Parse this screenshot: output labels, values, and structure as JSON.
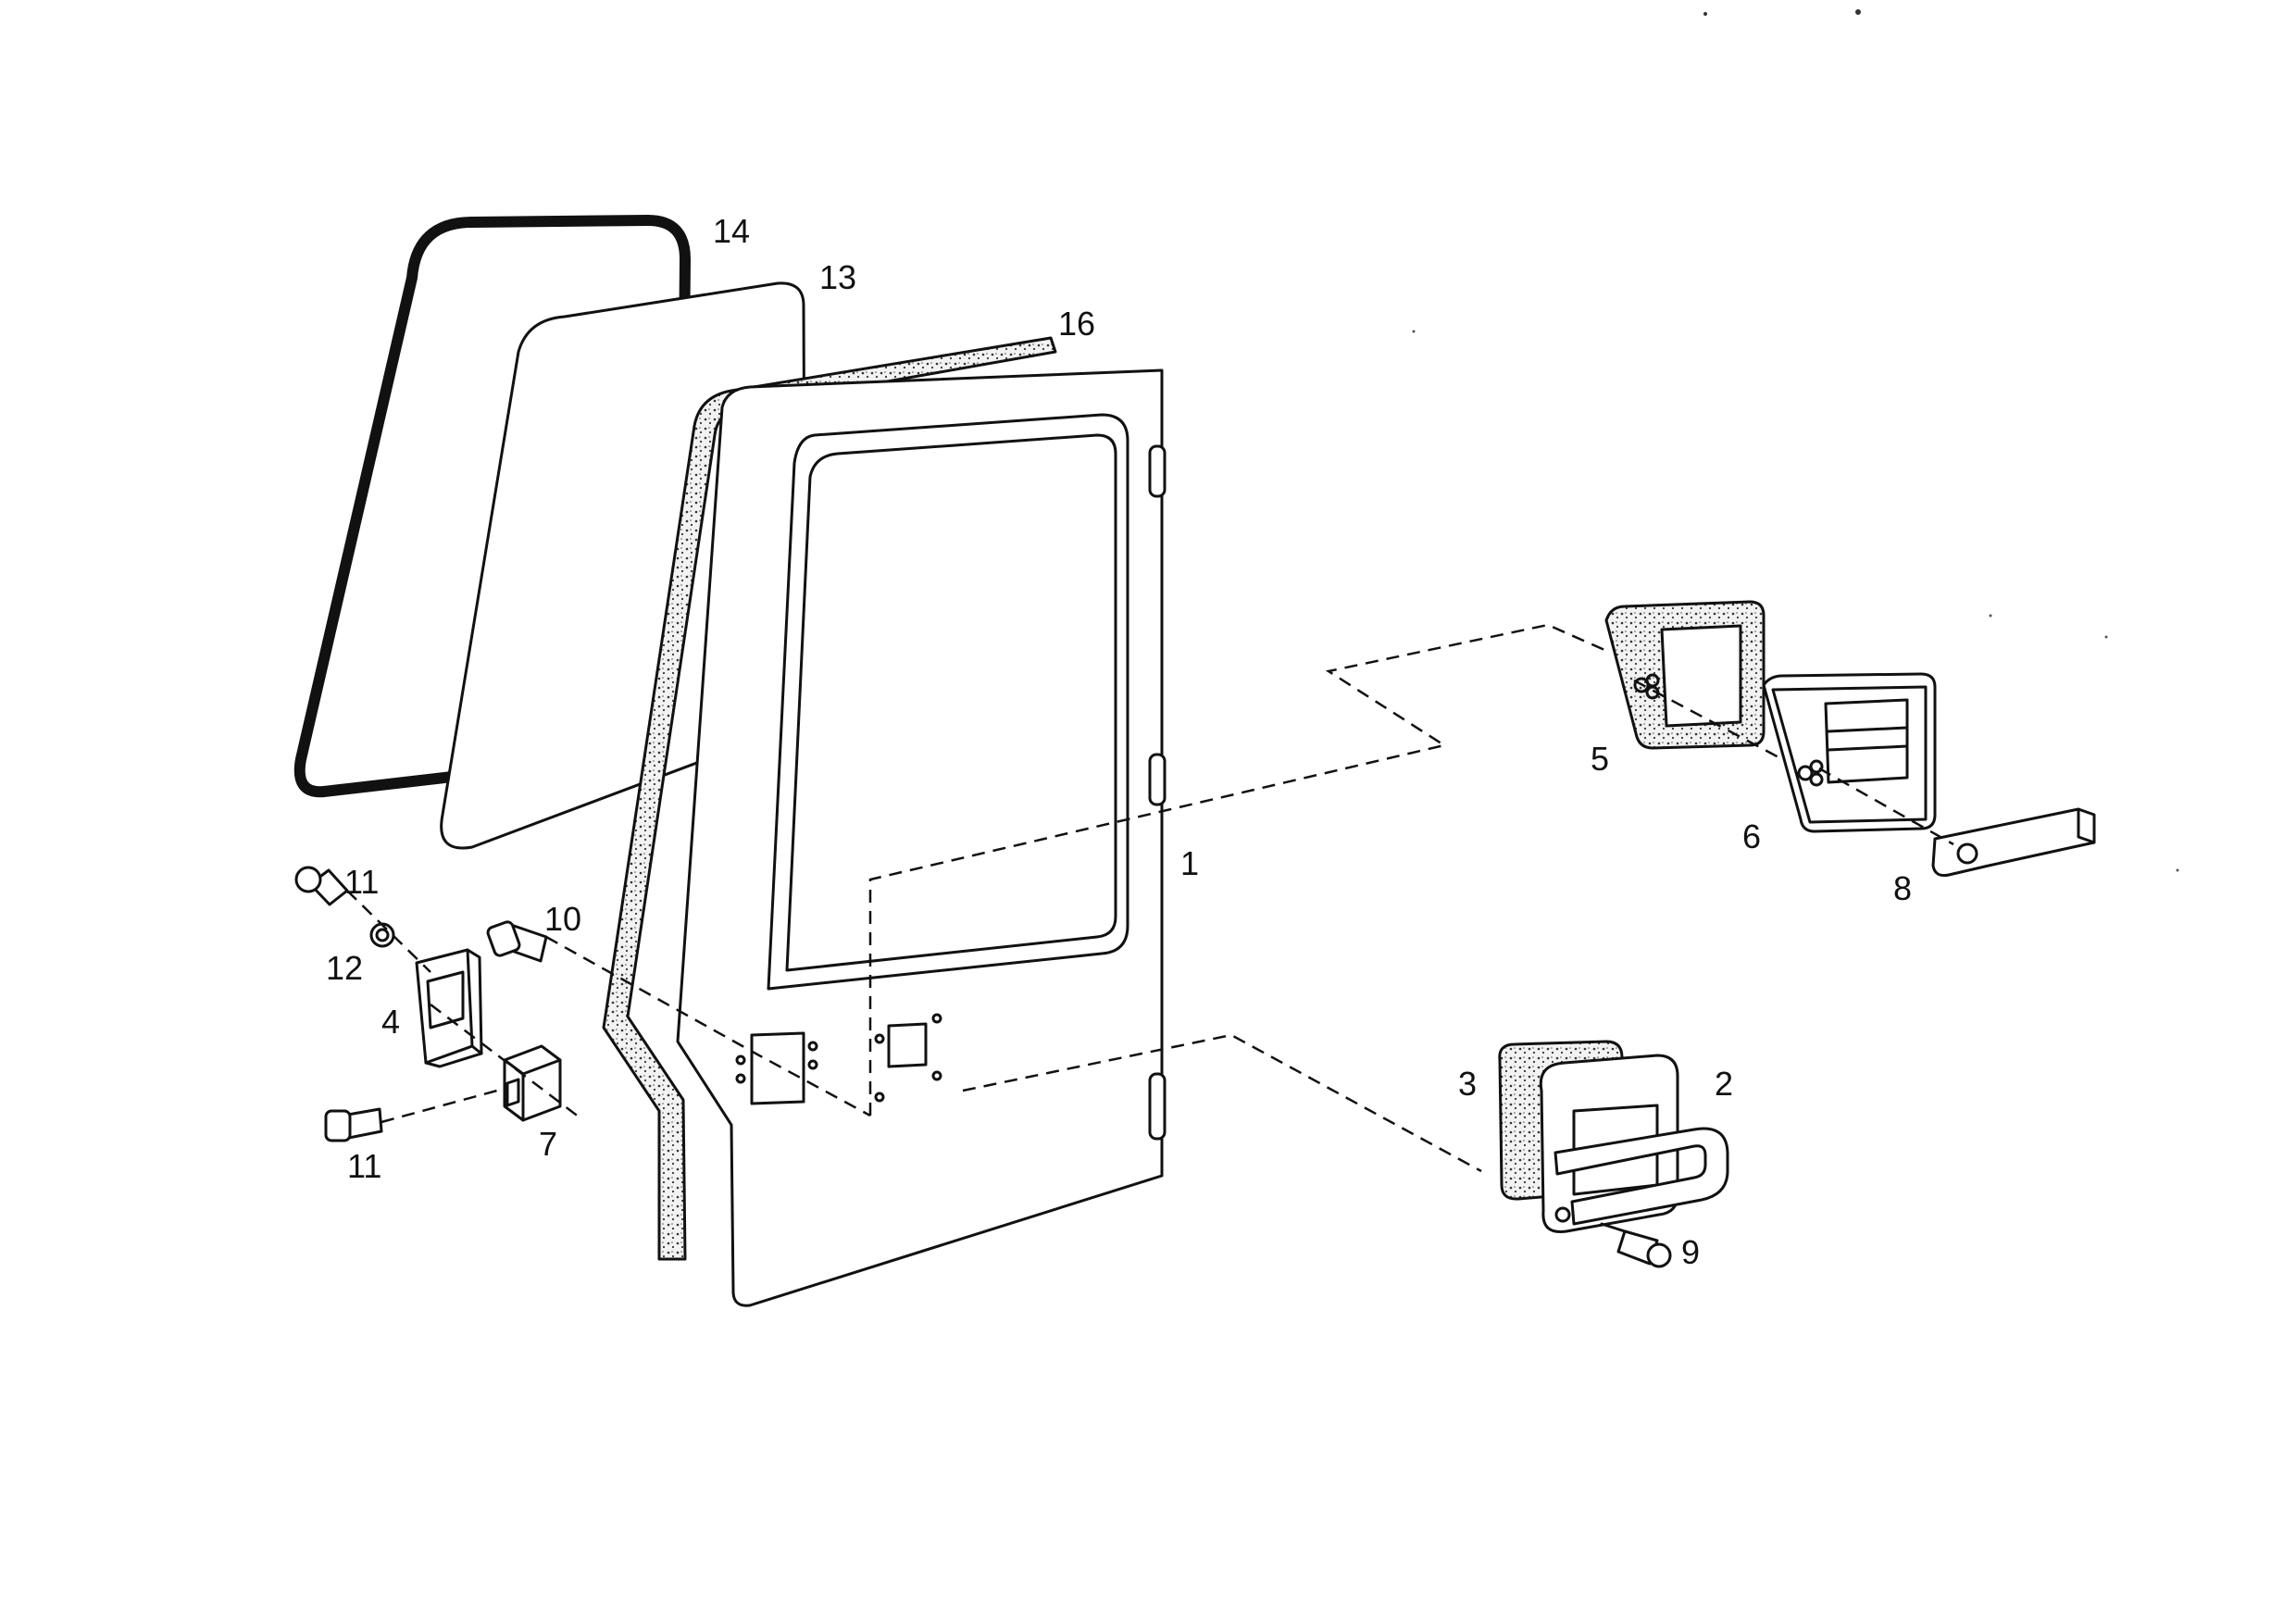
{
  "diagram": {
    "labels": {
      "p1": "1",
      "p2": "2",
      "p3": "3",
      "p4": "4",
      "p5": "5",
      "p6": "6",
      "p7": "7",
      "p8": "8",
      "p9": "9",
      "p10": "10",
      "p11a": "11",
      "p11b": "11",
      "p12": "12",
      "p13": "13",
      "p14": "14",
      "p16": "16"
    }
  }
}
